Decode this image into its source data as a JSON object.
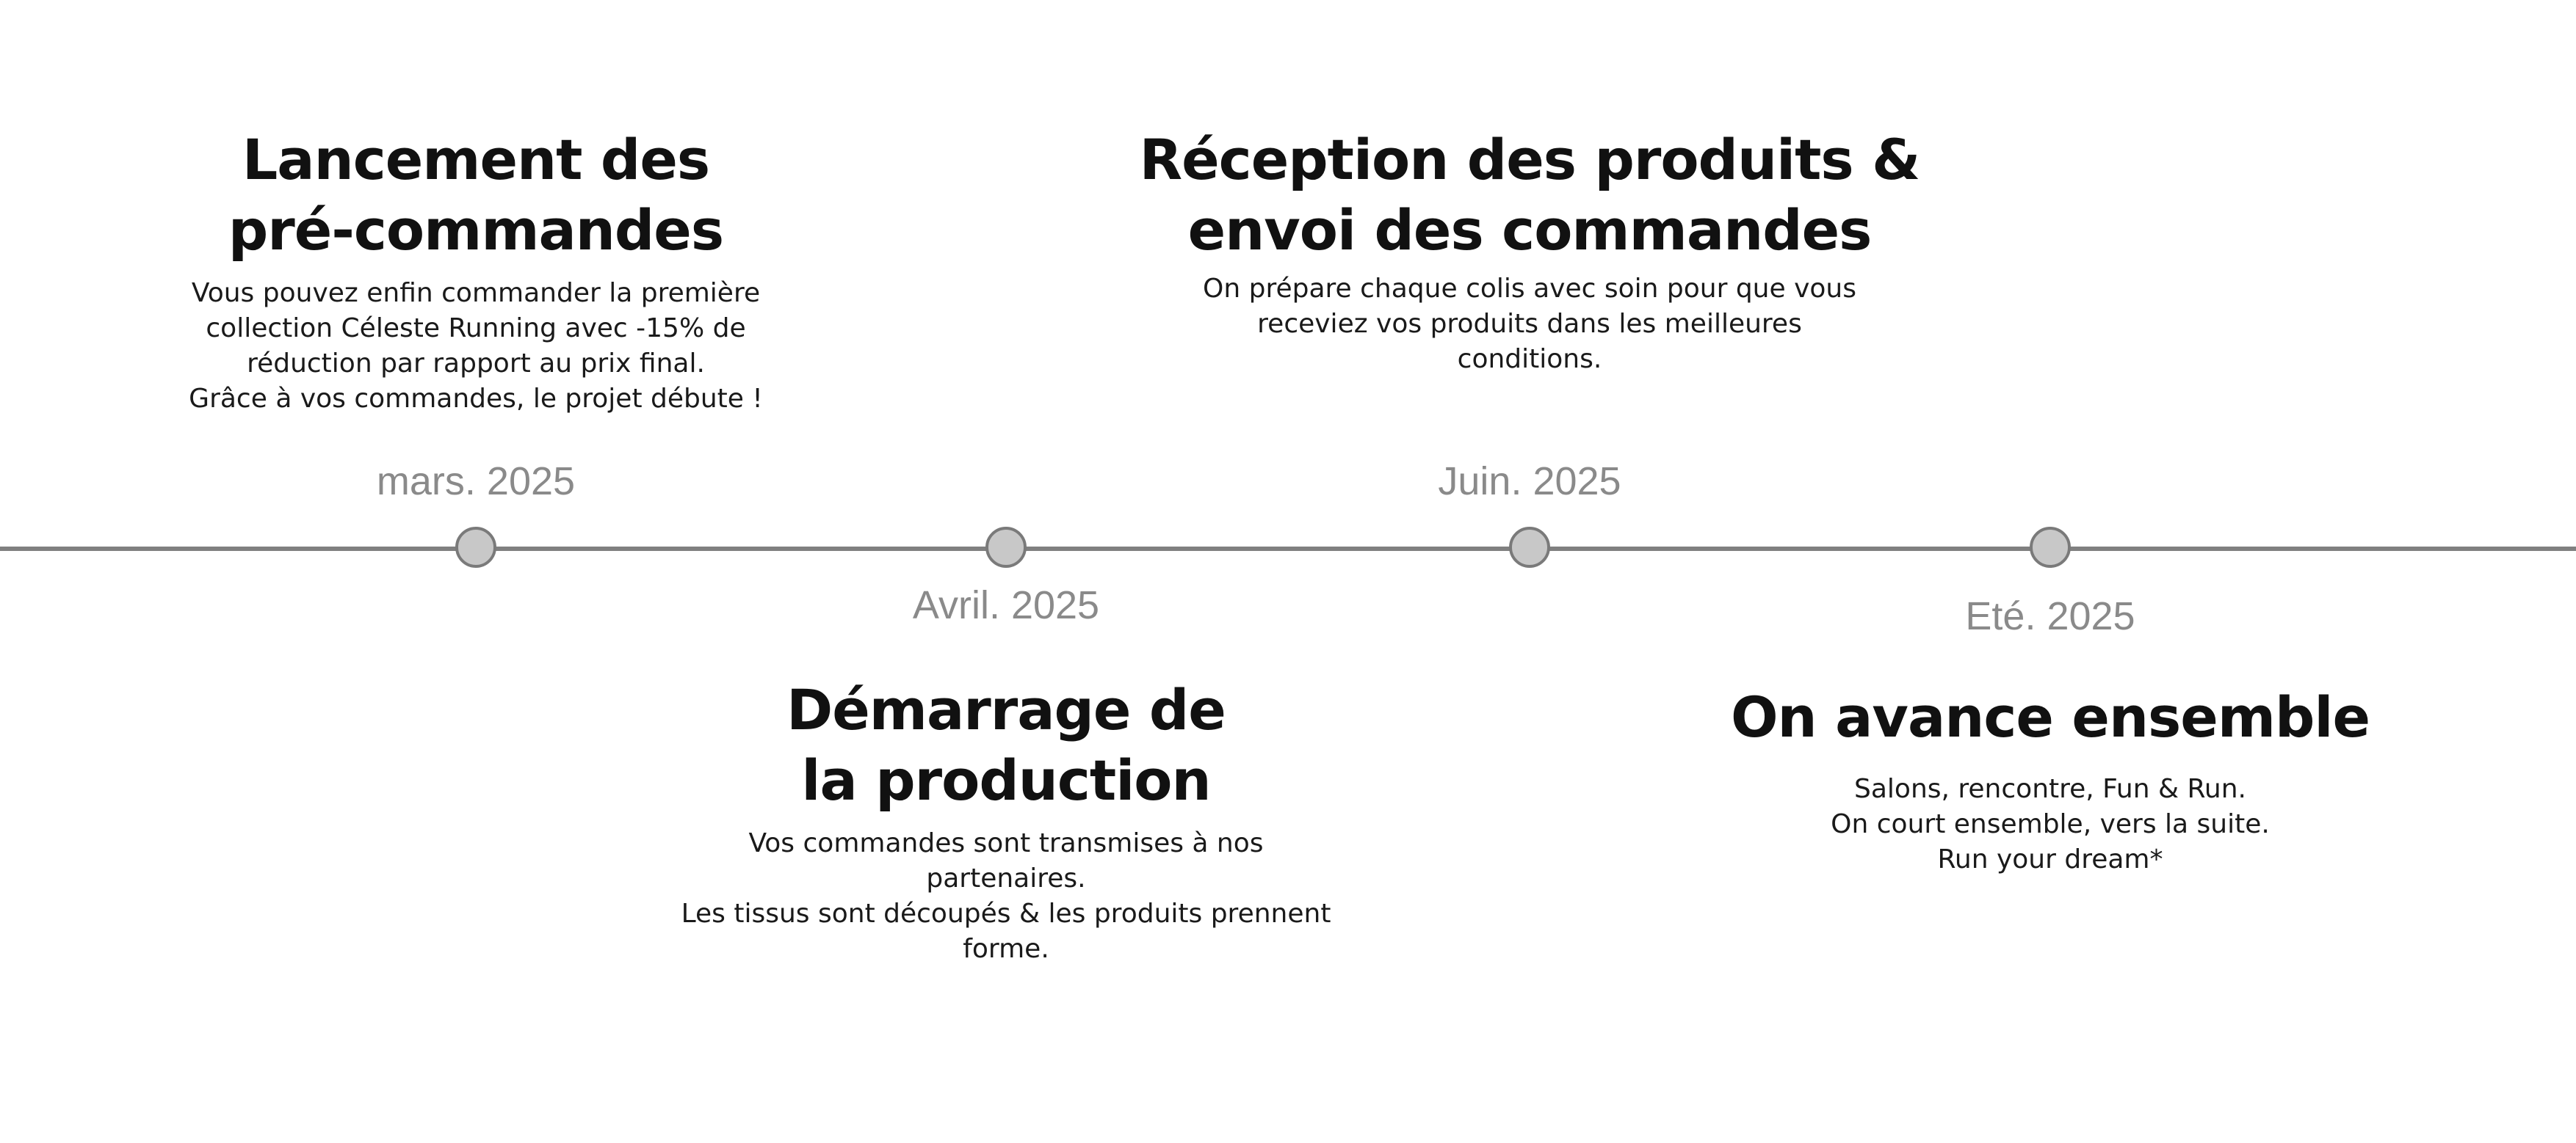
{
  "milestones": [
    {
      "date": "mars. 2025",
      "title": "Lancement des\npré-commandes",
      "description": "Vous pouvez enfin commander la première\ncollection Céleste Running avec -15% de\nréduction par rapport au prix final.\nGrâce à vos commandes, le projet débute !"
    },
    {
      "date": "Avril. 2025",
      "title": "Démarrage de\nla production",
      "description": "Vos commandes sont transmises à nos\npartenaires.\nLes tissus sont découpés & les produits prennent\nforme."
    },
    {
      "date": "Juin. 2025",
      "title": "Réception des produits &\nenvoi des commandes",
      "description": "On prépare chaque colis avec soin pour que vous\nreceviez vos produits dans les meilleures\nconditions."
    },
    {
      "date": "Eté. 2025",
      "title": "On avance ensemble",
      "description": "Salons, rencontre, Fun & Run.\nOn court ensemble, vers la suite.\nRun your dream*"
    }
  ]
}
